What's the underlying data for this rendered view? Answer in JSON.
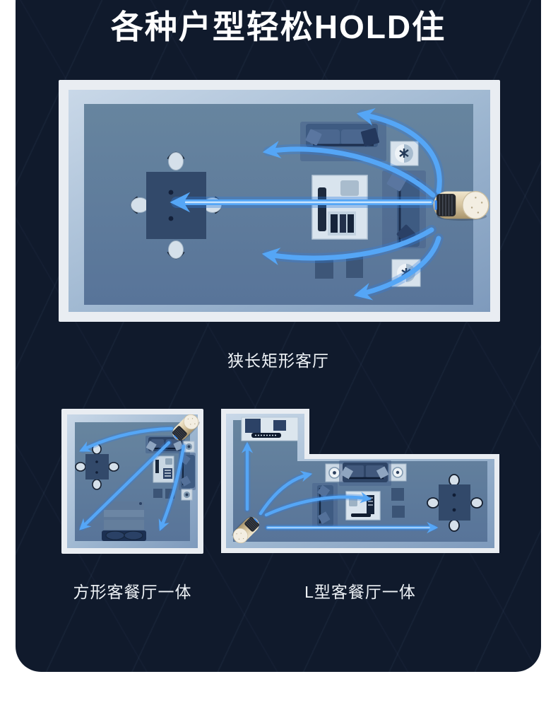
{
  "card": {
    "title": "各种户型轻松HOLD住"
  },
  "plans": [
    {
      "id": "narrow-rect-living-room",
      "caption": "狭长矩形客厅"
    },
    {
      "id": "square-living-dining-room",
      "caption": "方形客餐厅一体"
    },
    {
      "id": "l-shaped-living-dining-room",
      "caption": "L型客餐厅一体"
    }
  ],
  "icons": {
    "fan_device": "fan-device",
    "airflow_arrow": "airflow-arrow"
  },
  "colors": {
    "page_bg": "#ffffff",
    "card_bg": "#101a2c",
    "title_text": "#ffffff",
    "caption_text": "#eef2f6",
    "airflow_arrow": "#55a6f6",
    "airflow_glow": "#2d7de0",
    "floor": "#61809f",
    "wall_white": "#e9edf2",
    "wall_bevel": "#a9c0d8",
    "furniture_dark": "#32496a",
    "sofa_blue": "#3e5b82",
    "table_white": "#d9e4ee",
    "fan_gold": "#d9c8a4",
    "fan_cap": "#f3eee2",
    "fan_grille": "#23262c"
  }
}
